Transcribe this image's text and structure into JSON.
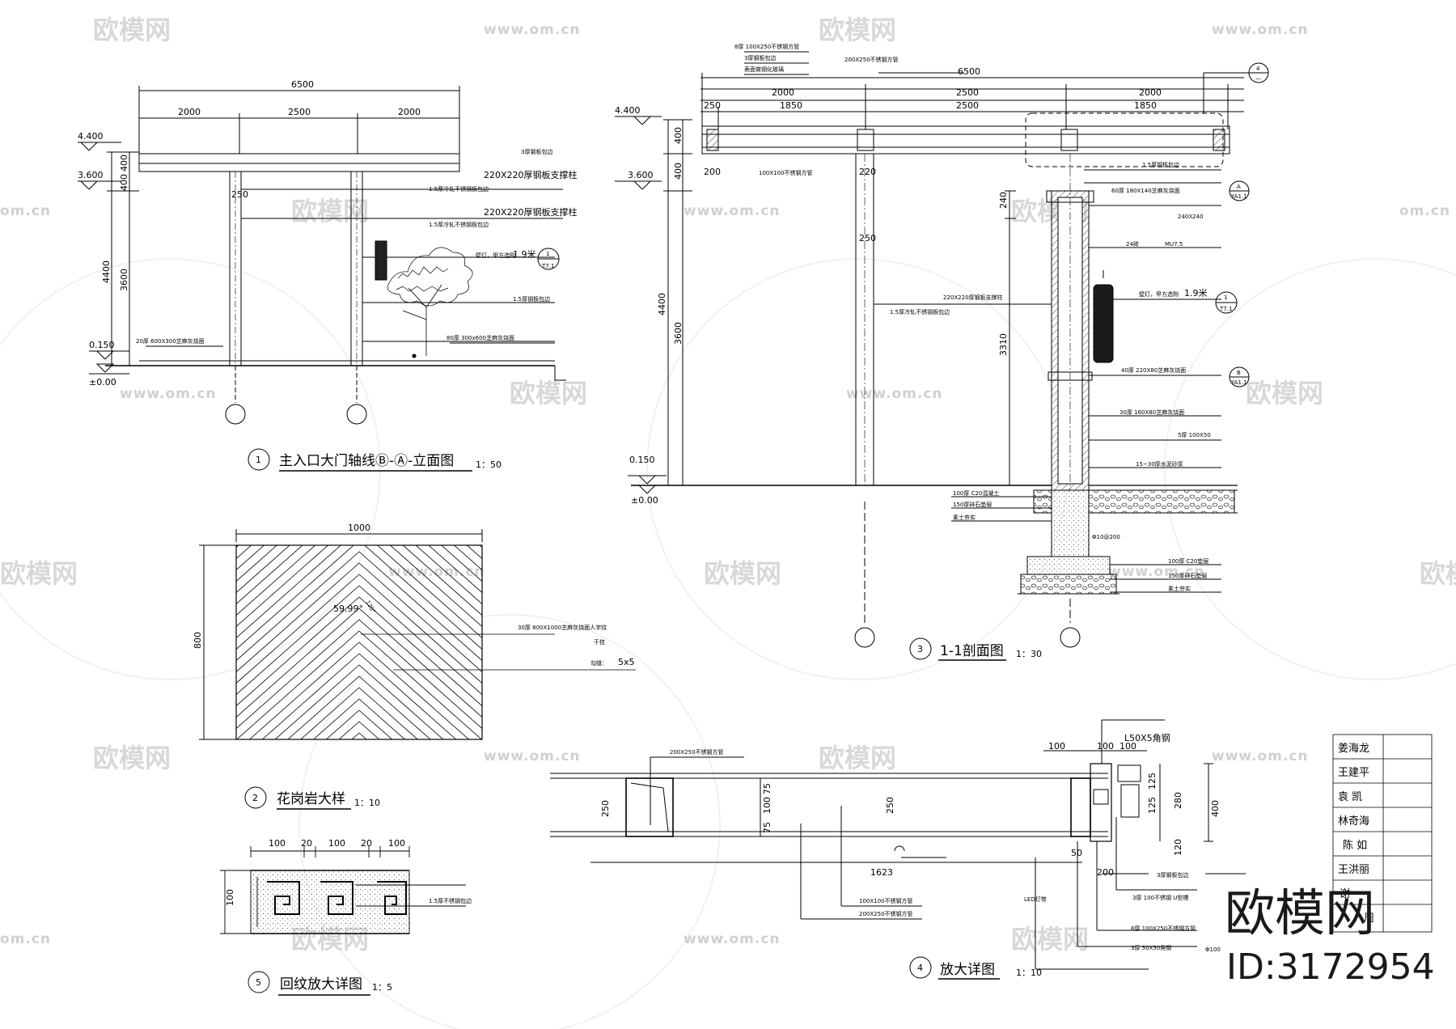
{
  "watermark": {
    "logo_text": "欧模网",
    "url": "www.om.cn",
    "domain_short": "om.cn",
    "big_text": "欧模网",
    "id_text": "ID:3172954"
  },
  "view1": {
    "number": "1",
    "title": "主入口大门轴线Ⓑ-Ⓐ-立面图",
    "scale": "1：50",
    "dims_top": [
      "6500",
      "2000",
      "2500",
      "2000"
    ],
    "levels": [
      "4.400",
      "3.600",
      "0.150",
      "±0.00"
    ],
    "dims_left": [
      "400",
      "400",
      "4400",
      "3600"
    ],
    "dims_misc": [
      "250"
    ],
    "notes": [
      "3厚钢板包边",
      "220X220厚钢板支撑柱",
      "1.5厚冷轧不锈钢板包边",
      "220X220厚钢板支撑柱",
      "1.5厚冷轧不锈钢板包边",
      "壁灯，甲方选购",
      "1.9米",
      "1.5厚钢板包边",
      "20厚 600X300芝麻灰烧面",
      "80厚 300x600芝麻灰烧面"
    ],
    "callout": {
      "num": "1",
      "sheet": "T7.1"
    }
  },
  "view2": {
    "number": "2",
    "title": "花岗岩大样",
    "scale": "1：10",
    "dim_w": "1000",
    "dim_h": "800",
    "angle": "59.99°",
    "angle2": "120°",
    "notes": [
      "30厚 800X1000芝麻灰烧面人字纹",
      "干挂",
      "勾缝：",
      "5x5"
    ]
  },
  "view3": {
    "number": "3",
    "title": "1-1剖面图",
    "scale": "1：30",
    "dims_top": [
      "6500",
      "2000",
      "2500",
      "2000",
      "250",
      "1850",
      "2500",
      "1850"
    ],
    "levels": [
      "4.400",
      "3.600",
      "0.150",
      "±0.00"
    ],
    "dims_left": [
      "400",
      "400",
      "4400",
      "3600",
      "240",
      "3310"
    ],
    "dims_misc": [
      "200",
      "220",
      "250"
    ],
    "notes": [
      "8厚 100X250不锈钢方管",
      "3厚钢板包边",
      "表面做钢化玻璃",
      "200X250不锈钢方管",
      "100X100不锈钢方管",
      "1.5厚钢板包边",
      "60厚 180X140芝麻灰烧面",
      "240X240",
      "24砖",
      "MU7.5",
      "壁灯，甲方选购",
      "1.9米",
      "220X220厚钢板支撑柱",
      "1.5厚冷轧不锈钢板包边",
      "40厚 220X80芝麻灰烧面",
      "30厚 160X80芝麻灰烧面",
      "5厚 100X50",
      "15~30厚水泥砂浆",
      "100厚 C20混凝土",
      "150厚碎石垫层",
      "素土夯实",
      "100厚 C20垫层",
      "150厚碎石垫层",
      "素土夯实",
      "Φ10@200"
    ],
    "callout_a": {
      "letter": "A",
      "sheet": "YA1.1"
    },
    "callout_b": {
      "letter": "B",
      "sheet": "YA1.1"
    },
    "callout_top": {
      "num": "4",
      "sheet": "—"
    },
    "callout_lamp": {
      "num": "1",
      "sheet": "T7.1"
    }
  },
  "view4": {
    "number": "4",
    "title": "放大详图",
    "scale": "1：10",
    "dims": [
      "100",
      "100",
      "100",
      "125",
      "250",
      "75",
      "100",
      "75",
      "280",
      "400",
      "125",
      "120",
      "250",
      "1623",
      "200",
      "50"
    ],
    "notes": [
      "200X250不锈钢方管",
      "L50X5角钢",
      "100X100不锈钢方管",
      "200X250不锈钢方管",
      "3厚钢板包边",
      "3厚 100不锈钢 U型槽",
      "8厚 100X250不锈钢方管",
      "3厚 50X50角钢",
      "LED灯带",
      "Φ100"
    ]
  },
  "view5": {
    "number": "5",
    "title": "回纹放大详图",
    "scale": "1：5",
    "dims": [
      "100",
      "20",
      "100",
      "20",
      "100",
      "100"
    ],
    "notes": [
      "1.5厚不锈钢包边"
    ]
  },
  "title_block": {
    "names": [
      "姜海龙",
      "王建平",
      "袁 凯",
      "林奇海",
      "陈 如",
      "王洪丽",
      "谢",
      "周"
    ]
  }
}
